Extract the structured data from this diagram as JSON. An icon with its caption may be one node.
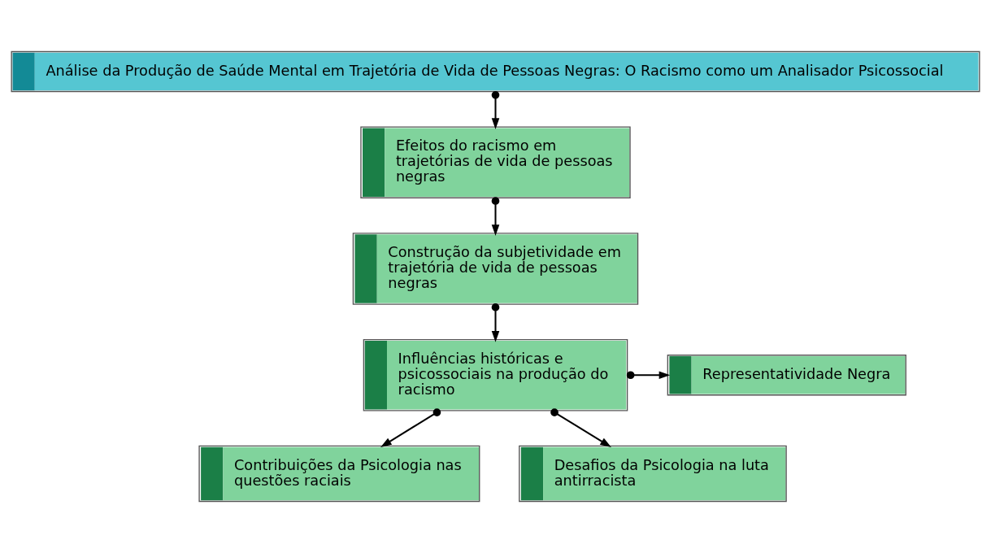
{
  "diagram": {
    "nodes": [
      {
        "text": [
          "Análise da Produção de Saúde Mental em Trajetória de Vida de Pessoas Negras: O Racismo como um Analisador Psicossocial"
        ]
      },
      {
        "text": [
          "Efeitos do racismo em trajetórias de vida de pessoas negras"
        ]
      },
      {
        "text": [
          "Construção da subjetividade em trajetória de vida de pessoas negras"
        ]
      },
      {
        "text": [
          "Influências históricas e psicossociais na produção do racismo"
        ]
      },
      {
        "text": [
          "Representatividade Negra"
        ]
      },
      {
        "text": [
          "Contribuições da Psicologia nas questões raciais"
        ]
      },
      {
        "text": [
          "Desafios da Psicologia na luta antirracista"
        ]
      }
    ],
    "edges": [
      {
        "from": 0,
        "to": 1,
        "arrow": "to"
      },
      {
        "from": 1,
        "to": 2,
        "arrow": "to"
      },
      {
        "from": 2,
        "to": 3,
        "arrow": "to"
      },
      {
        "from": 3,
        "to": 4,
        "arrow": "to"
      },
      {
        "from": 3,
        "to": 5,
        "arrow": "to"
      },
      {
        "from": 3,
        "to": 6,
        "arrow": "to"
      }
    ]
  }
}
